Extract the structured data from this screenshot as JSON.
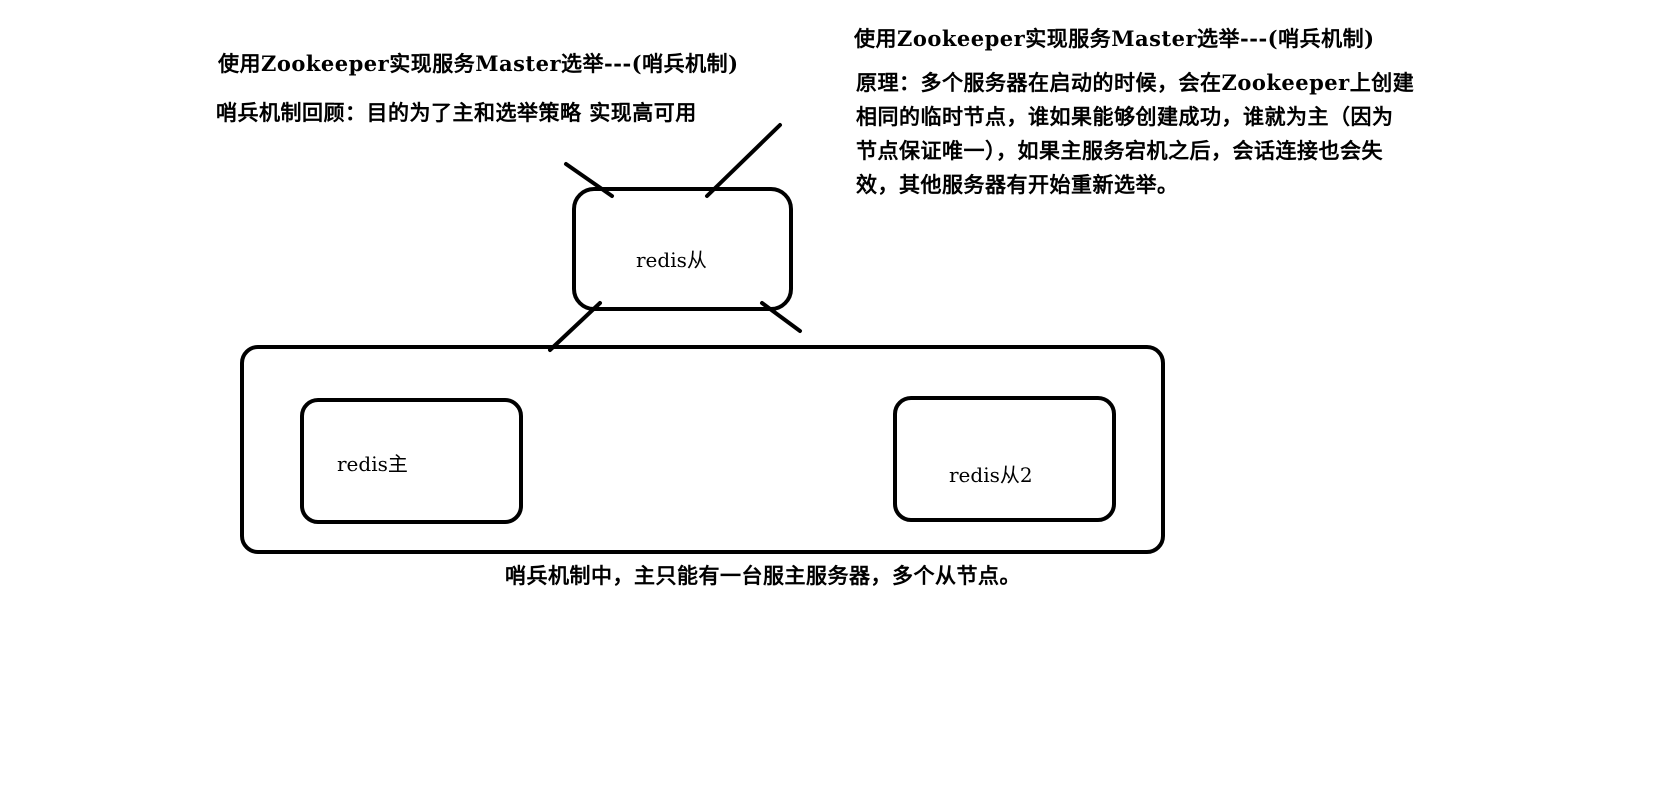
{
  "left_title": "使用Zookeeper实现服务Master选举---(哨兵机制)",
  "left_subtitle": "哨兵机制回顾：目的为了主和选举策略 实现高可用",
  "right_title": "使用Zookeeper实现服务Master选举---(哨兵机制)",
  "principle": {
    "lines": [
      "原理：多个服务器在启动的时候，会在Zookeeper上创建",
      "相同的临时节点，谁如果能够创建成功，谁就为主（因为",
      "节点保证唯一），如果主服务宕机之后，会话连接也会失",
      "效，其他服务器有开始重新选举。"
    ]
  },
  "nodes": {
    "slave": "redis从",
    "master": "redis主",
    "slave2": "redis从2"
  },
  "caption": "哨兵机制中，主只能有一台服主服务器，多个从节点。",
  "colors": {
    "stroke": "#000000",
    "background": "#ffffff"
  }
}
